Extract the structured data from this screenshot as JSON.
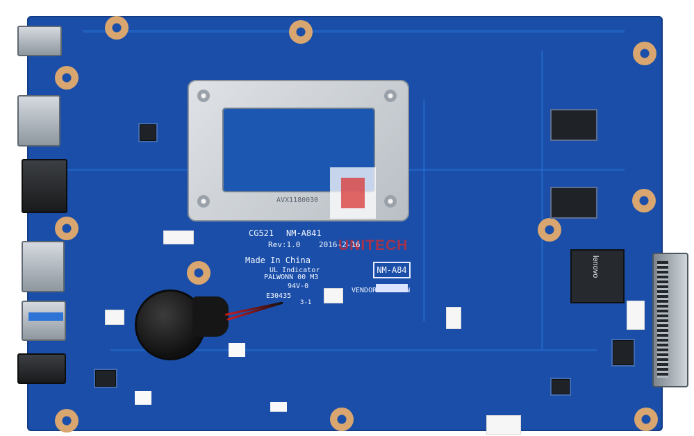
{
  "board": {
    "model": "CG521",
    "board_number": "NM-A841",
    "revision": "Rev:1.0",
    "date": "2016-2-16",
    "made_in": "Made In China",
    "ul_indicator": "UL Indicator",
    "ul_code": "PALWONN 00 M3",
    "rating": "94V-0",
    "code_1": "E30435",
    "code_2": "3-1",
    "vendor": "VENDOR:PALWONN",
    "box_label": "NM-A84",
    "chip_brand": "lenovo",
    "heatsink_mark": "AVX1180030"
  },
  "watermark": {
    "text": "UNITECH"
  }
}
